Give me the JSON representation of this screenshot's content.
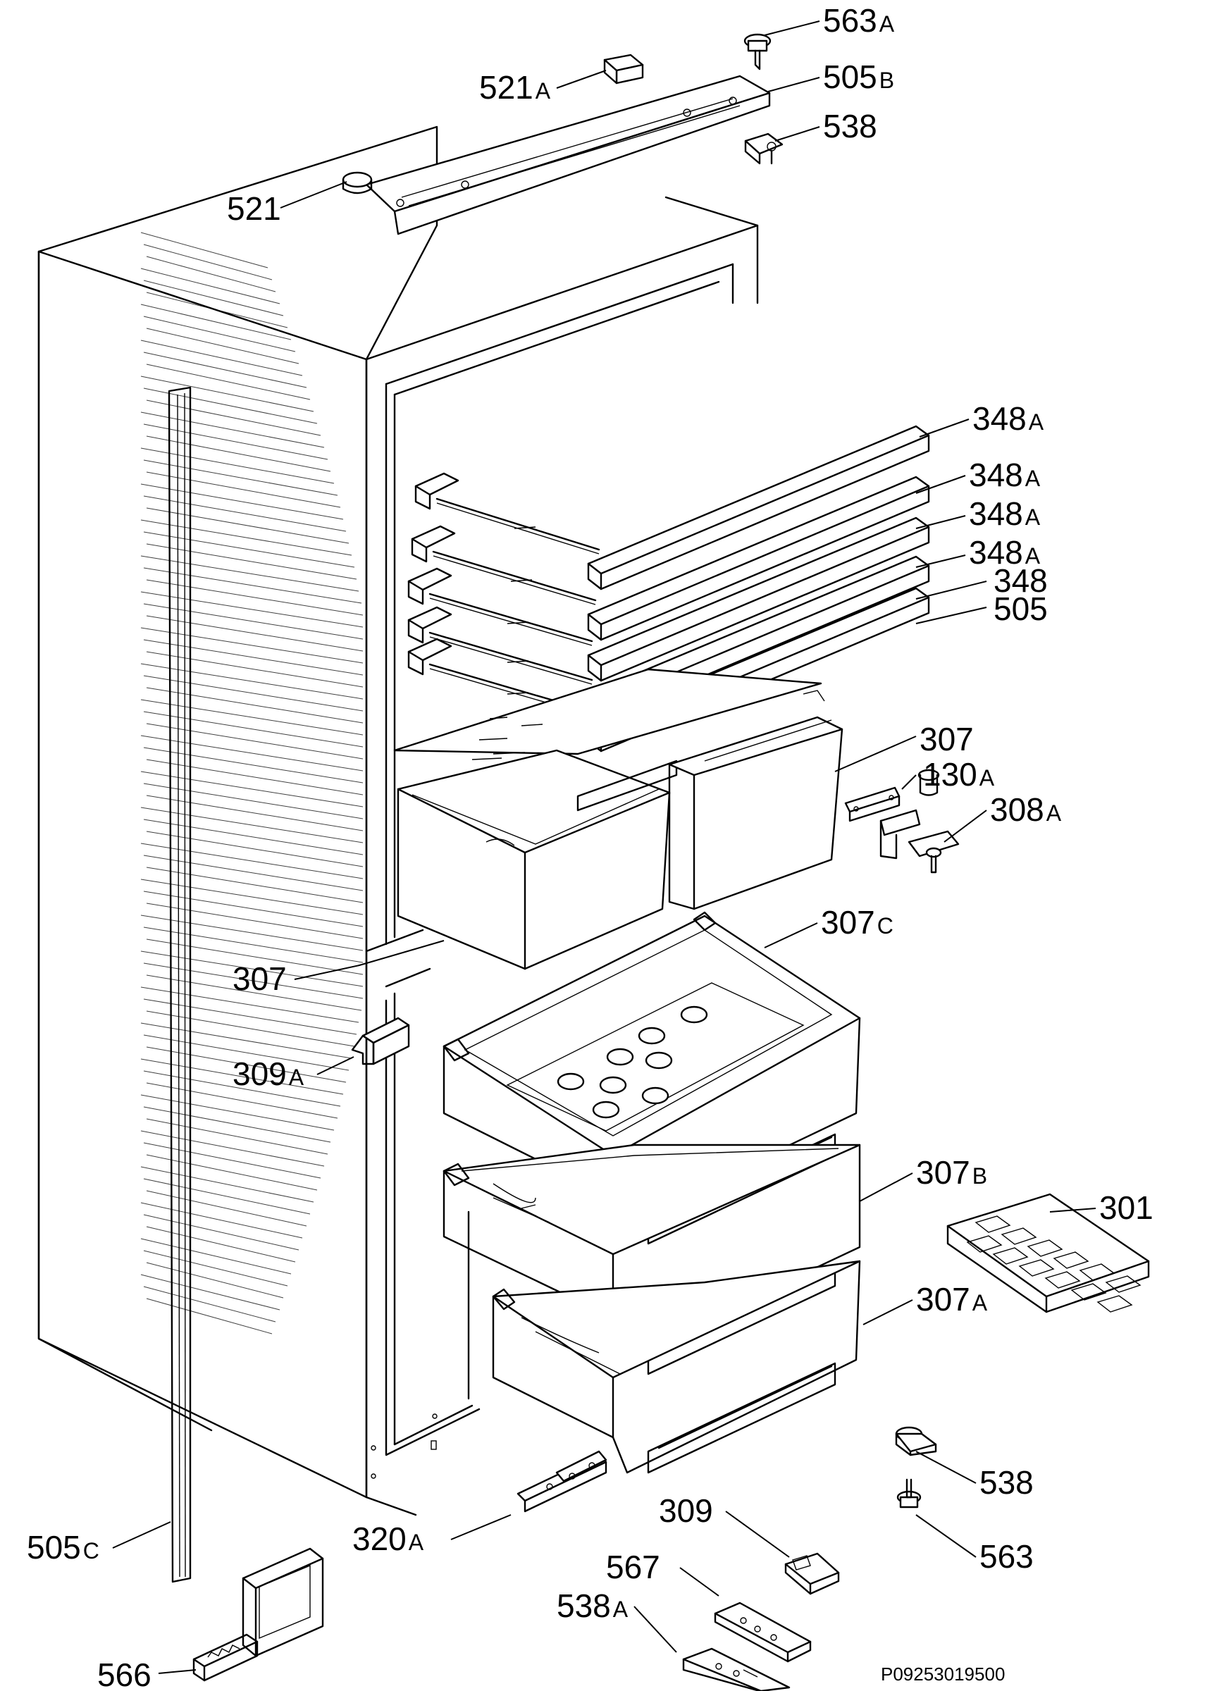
{
  "labels": [
    {
      "num": "563",
      "suf": "A"
    },
    {
      "num": "521",
      "suf": "A"
    },
    {
      "num": "505",
      "suf": "B"
    },
    {
      "num": "538",
      "suf": ""
    },
    {
      "num": "521",
      "suf": ""
    },
    {
      "num": "348",
      "suf": "A"
    },
    {
      "num": "348",
      "suf": "A"
    },
    {
      "num": "348",
      "suf": "A"
    },
    {
      "num": "348",
      "suf": "A"
    },
    {
      "num": "348",
      "suf": ""
    },
    {
      "num": "505",
      "suf": ""
    },
    {
      "num": "307",
      "suf": ""
    },
    {
      "num": "130",
      "suf": "A"
    },
    {
      "num": "308",
      "suf": "A"
    },
    {
      "num": "307",
      "suf": "C"
    },
    {
      "num": "307",
      "suf": ""
    },
    {
      "num": "309",
      "suf": "A"
    },
    {
      "num": "307",
      "suf": "B"
    },
    {
      "num": "301",
      "suf": ""
    },
    {
      "num": "307",
      "suf": "A"
    },
    {
      "num": "505",
      "suf": "C"
    },
    {
      "num": "320",
      "suf": "A"
    },
    {
      "num": "309",
      "suf": ""
    },
    {
      "num": "538",
      "suf": ""
    },
    {
      "num": "563",
      "suf": ""
    },
    {
      "num": "567",
      "suf": ""
    },
    {
      "num": "538",
      "suf": "A"
    },
    {
      "num": "566",
      "suf": ""
    }
  ],
  "drawing_code": "P09253019500"
}
